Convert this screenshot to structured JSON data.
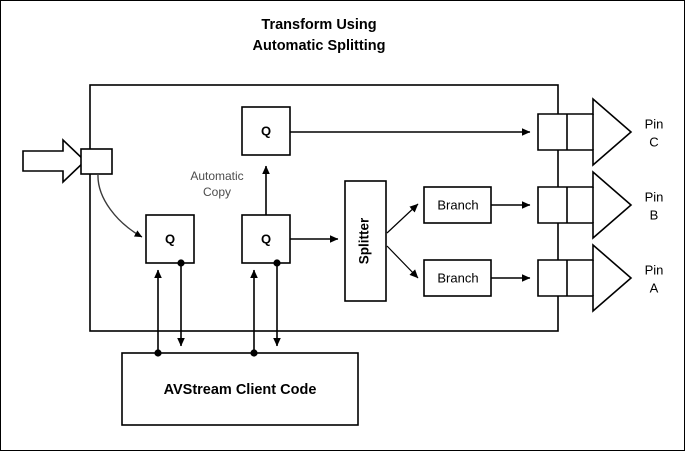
{
  "title": {
    "line1": "Transform Using",
    "line2": "Automatic Splitting"
  },
  "diagram": {
    "type": "block-flow-diagram",
    "annotations": {
      "automatic_copy_line1": "Automatic",
      "automatic_copy_line2": "Copy"
    },
    "nodes": {
      "input_pin_label": "",
      "queue_top": "Q",
      "queue_input": "Q",
      "queue_middle": "Q",
      "splitter": "Splitter",
      "branch_upper": "Branch",
      "branch_lower": "Branch",
      "client_code": "AVStream Client Code"
    },
    "output_pins": [
      {
        "label_line1": "Pin",
        "label_line2": "C"
      },
      {
        "label_line1": "Pin",
        "label_line2": "B"
      },
      {
        "label_line1": "Pin",
        "label_line2": "A"
      }
    ]
  },
  "colors": {
    "stroke": "#000000",
    "fill": "#ffffff",
    "annotation_text": "#4d4d4d",
    "curve_stroke": "#3a3a3a"
  }
}
